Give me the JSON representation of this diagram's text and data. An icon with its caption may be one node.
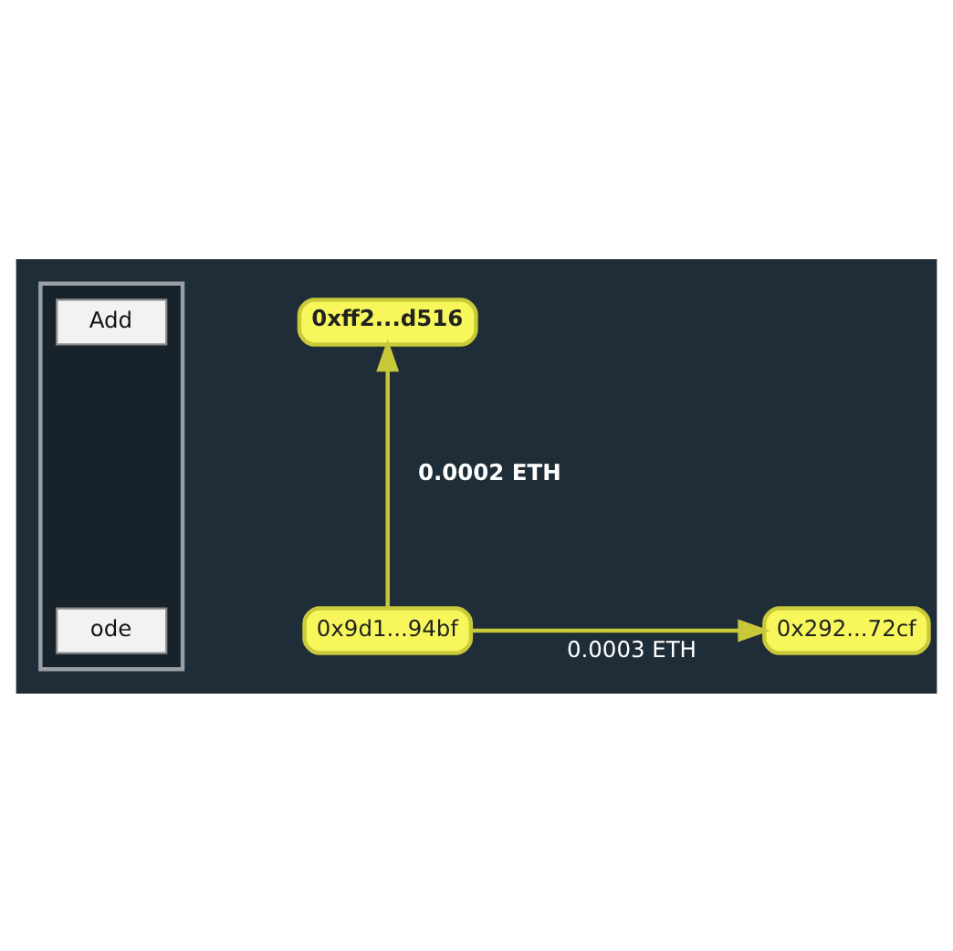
{
  "diagram": {
    "nodes": [
      {
        "text": [],
        "shape": "box"
      },
      {
        "text": [
          "Add"
        ],
        "in": 0
      },
      {
        "text": [
          "ode"
        ],
        "in": 0
      },
      {
        "text": [
          "0xff2...d516"
        ]
      },
      {
        "text": [
          "0x9d1...94bf"
        ]
      },
      {
        "text": [
          "0x292...72cf"
        ]
      }
    ],
    "edges": [
      {
        "from": 4,
        "to": 3,
        "arrow": "to",
        "label": "0.0002 ETH"
      },
      {
        "from": 4,
        "to": 5,
        "arrow": "to",
        "label": "0.0003 ETH"
      }
    ]
  }
}
